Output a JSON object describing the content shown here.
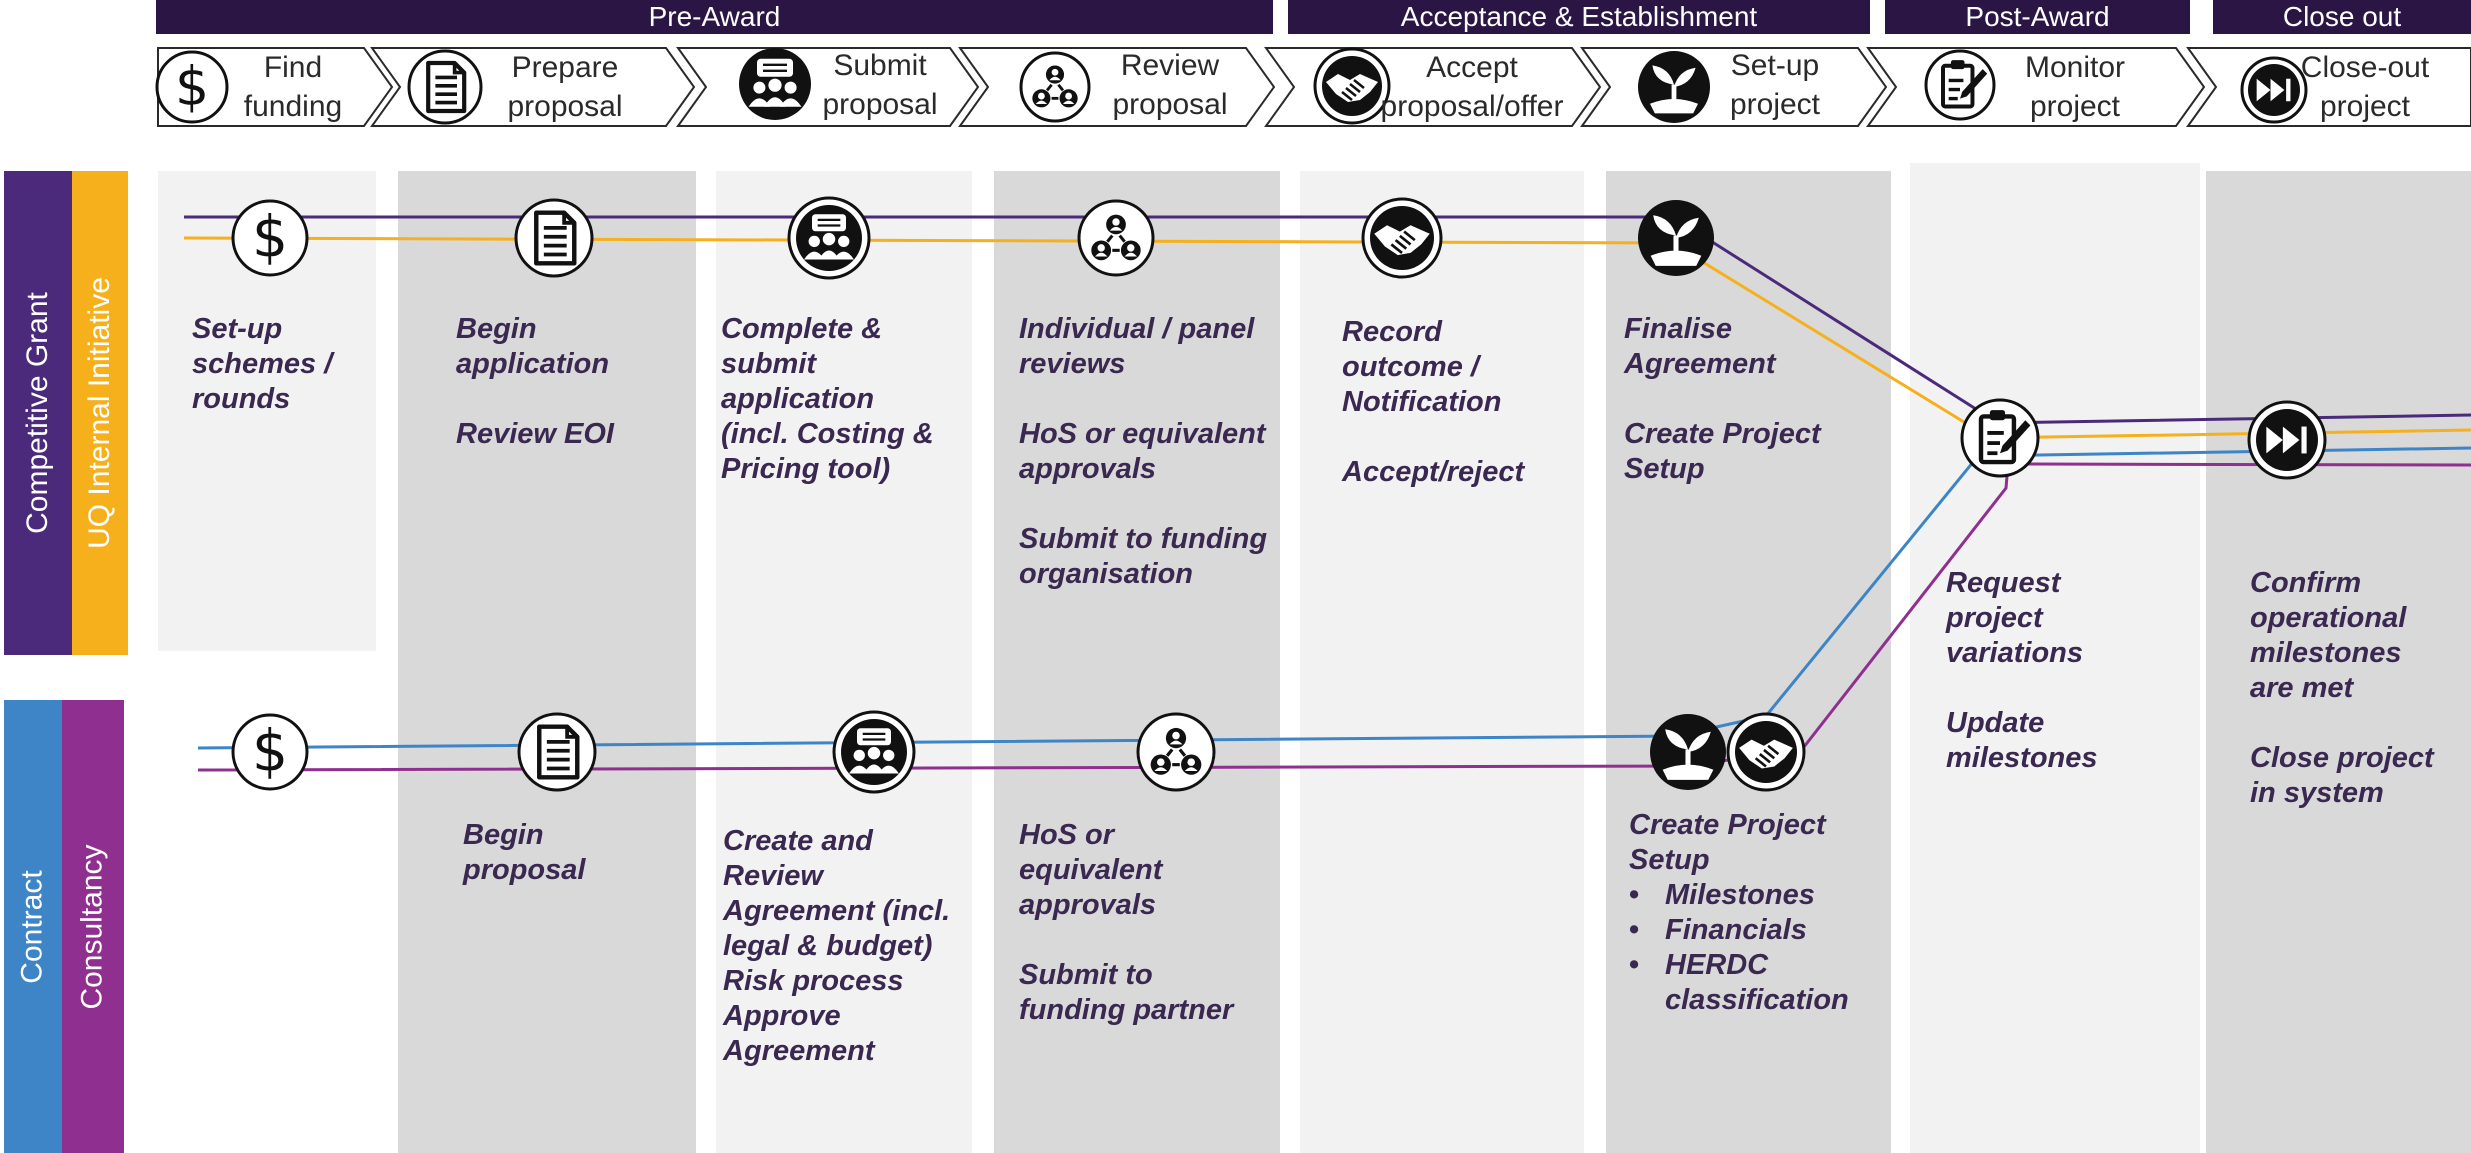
{
  "phases": [
    {
      "label": "Pre-Award"
    },
    {
      "label": "Acceptance & Establishment"
    },
    {
      "label": "Post-Award"
    },
    {
      "label": "Close out"
    }
  ],
  "steps": [
    {
      "line1": "Find",
      "line2": "funding",
      "icon": "dollar-icon"
    },
    {
      "line1": "Prepare",
      "line2": "proposal",
      "icon": "document-icon"
    },
    {
      "line1": "Submit",
      "line2": "proposal",
      "icon": "presentation-group-icon"
    },
    {
      "line1": "Review",
      "line2": "proposal",
      "icon": "review-network-icon"
    },
    {
      "line1": "Accept",
      "line2": "proposal/offer",
      "icon": "handshake-icon"
    },
    {
      "line1": "Set-up",
      "line2": "project",
      "icon": "sprout-icon"
    },
    {
      "line1": "Monitor",
      "line2": "project",
      "icon": "clipboard-icon"
    },
    {
      "line1": "Close-out",
      "line2": "project",
      "icon": "fast-forward-icon"
    }
  ],
  "side_labels": {
    "competitive_grant": "Competitive Grant",
    "uq_internal": "UQ Internal Initiative",
    "contract": "Contract",
    "consultancy": "Consultancy"
  },
  "colors": {
    "dark_purple": "#2a1545",
    "grant_purple": "#4b2a7b",
    "internal_orange": "#f5b01c",
    "contract_blue": "#3d85c6",
    "consultancy_magenta": "#8f2f8f",
    "light_column": "#f2f2f2",
    "dark_column": "#d9d9d9",
    "text": "#3a2850"
  },
  "grant_tasks": {
    "find": [
      "Set-up",
      "schemes /",
      "rounds"
    ],
    "prepare_a": [
      "Begin",
      "application"
    ],
    "prepare_b": [
      "Review EOI"
    ],
    "submit": [
      "Complete &",
      "submit",
      "application",
      "(incl. Costing &",
      "Pricing tool)"
    ],
    "review_a": [
      "Individual / panel",
      "reviews"
    ],
    "review_b": [
      "HoS or equivalent",
      "approvals"
    ],
    "review_c": [
      "Submit to funding",
      "organisation"
    ],
    "accept_a": [
      "Record",
      "outcome /",
      "Notification"
    ],
    "accept_b": [
      "Accept/reject"
    ],
    "setup_a": [
      "Finalise",
      "Agreement"
    ],
    "setup_b": [
      "Create Project",
      "Setup"
    ]
  },
  "contract_tasks": {
    "prepare": [
      "Begin",
      "proposal"
    ],
    "submit": [
      "Create and",
      "Review",
      "Agreement (incl.",
      "legal & budget)",
      "Risk process",
      "Approve",
      "Agreement"
    ],
    "review_a": [
      "HoS or",
      "equivalent",
      "approvals"
    ],
    "review_b": [
      "Submit to",
      "funding partner"
    ],
    "setup_head": [
      "Create Project",
      "Setup"
    ],
    "setup_bullets": [
      "Milestones",
      "Financials",
      "HERDC"
    ],
    "setup_bullet_cont": "classification"
  },
  "post_award_tasks": {
    "monitor_a": [
      "Request",
      "project",
      "variations"
    ],
    "monitor_b": [
      "Update",
      "milestones"
    ],
    "close_a": [
      "Confirm",
      "operational",
      "milestones",
      "are met"
    ],
    "close_b": [
      "Close project",
      "in system"
    ]
  }
}
